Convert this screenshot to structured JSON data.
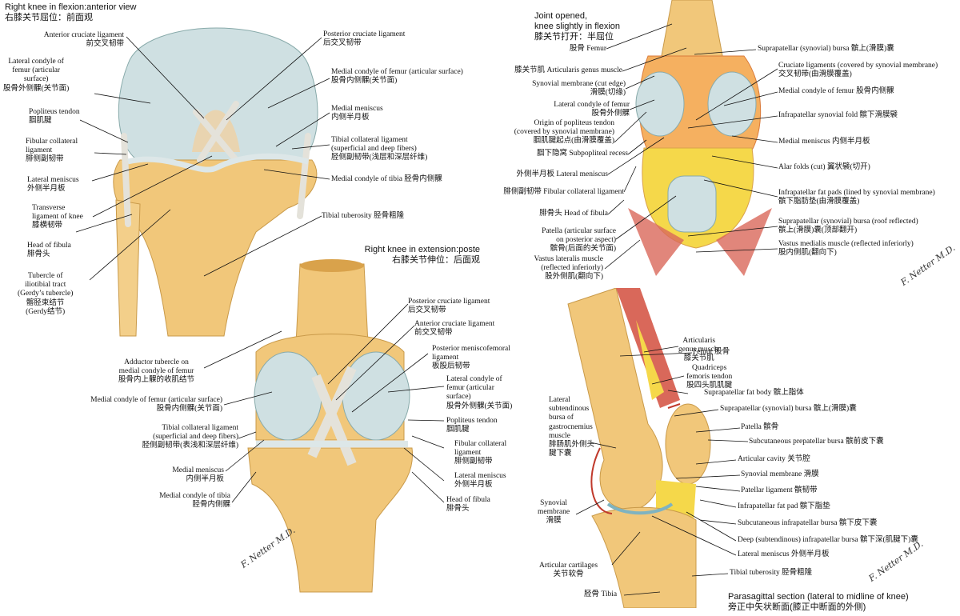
{
  "panels": {
    "anterior": {
      "title_en": "Right knee in flexion:anterior view",
      "title_zh": "右膝关节屈位：前面观",
      "labels": {
        "acl": [
          "Anterior cruciate ligament",
          "前交叉韧带"
        ],
        "lat_condyle": [
          "Lateral condyle of",
          "femur (articular",
          "surface)",
          "股骨外侧髁(关节面)"
        ],
        "popliteus": [
          "Popliteus tendon",
          "腘肌腱"
        ],
        "fcl": [
          "Fibular collateral",
          "ligament",
          "腓侧副韧带"
        ],
        "lat_meniscus": [
          "Lateral meniscus",
          "外侧半月板"
        ],
        "transverse": [
          "Transverse",
          "ligament of knee",
          "膝横韧带"
        ],
        "head_fibula": [
          "Head of fibula",
          "腓骨头"
        ],
        "gerdy": [
          "Tubercle of",
          "iliotibial tract",
          "(Gerdy’s tubercle)",
          "髂胫束结节",
          "(Gerdy结节)"
        ],
        "pcl": [
          "Posterior cruciate ligament",
          "后交叉韧带"
        ],
        "med_condyle": [
          "Medial condyle of femur (articular surface)",
          "股骨内侧髁(关节面)"
        ],
        "med_meniscus": [
          "Medial meniscus",
          "内侧半月板"
        ],
        "tcl": [
          "Tibial collateral ligament",
          "(superficial and deep fibers)",
          "胫侧副韧带(浅层和深层纤维)"
        ],
        "med_condyle_tibia": [
          "Medial condyle of tibia 胫骨内侧髁"
        ],
        "tibial_tuberosity": [
          "Tibial tuberosity 胫骨粗隆"
        ]
      }
    },
    "posterior": {
      "title_en": "Right knee in extension:poste",
      "title_zh": "右膝关节伸位：后面观",
      "labels": {
        "adductor": [
          "Adductor tubercle on",
          "medial condyle of femur",
          "股骨内上髁的收肌结节"
        ],
        "med_condyle": [
          "Medial condyle of femur (articular surface)",
          "股骨内侧髁(关节面)"
        ],
        "tcl": [
          "Tibial collateral ligament",
          "(superficial and deep fibers)",
          "胫侧副韧带(表浅和深层纤维)"
        ],
        "med_meniscus": [
          "Medial meniscus",
          "内侧半月板"
        ],
        "med_condyle_tibia": [
          "Medial condyle of tibia",
          "胫骨内侧髁"
        ],
        "pcl": [
          "Posterior cruciate ligament",
          "后交叉韧带"
        ],
        "acl": [
          "Anterior cruciate ligament",
          "前交叉韧带"
        ],
        "pmfl": [
          "Posterior meniscofemoral",
          "ligament",
          "板股后韧带"
        ],
        "lat_condyle": [
          "Lateral condyle of",
          "femur (articular",
          "surface)",
          "股骨外侧髁(关节面)"
        ],
        "popliteus": [
          "Popliteus tendon",
          "腘肌腱"
        ],
        "fcl": [
          "Fibular collateral",
          "ligament",
          "腓侧副韧带"
        ],
        "lat_meniscus": [
          "Lateral meniscus",
          "外侧半月板"
        ],
        "head_fibula": [
          "Head of fibula",
          "腓骨头"
        ]
      }
    },
    "opened": {
      "title_en_1": "Joint opened,",
      "title_en_2": "knee slightly in flexion",
      "title_zh": "膝关节打开：半屈位",
      "labels": {
        "femur": [
          "股骨 Femur"
        ],
        "articularis": [
          "膝关节肌 Articularis genus muscle"
        ],
        "synovial": [
          "Synovial membrane (cut edge)",
          "滑膜(切缘)"
        ],
        "lat_condyle": [
          "Lateral condyle of femur",
          "股骨外侧髁"
        ],
        "origin_popliteus": [
          "Origin of popliteus tendon",
          "(covered by synovial membrane)",
          "腘肌腱起点(由滑膜覆盖)"
        ],
        "subpopliteal": [
          "腘下隐窝 Subpopliteal recess"
        ],
        "lat_meniscus": [
          "外侧半月板 Lateral meniscus"
        ],
        "fcl": [
          "腓侧副韧带 Fibular collateral ligament"
        ],
        "head_fibula": [
          "腓骨头 Head of fibula"
        ],
        "patella": [
          "Patella (articular surface",
          "on posterior aspect)",
          "髌骨(后面的关节面)"
        ],
        "vastus_lat": [
          "Vastus lateralis muscle",
          "(reflected inferiorly)",
          "股外侧肌(翻向下)"
        ],
        "suprapatellar": [
          "Suprapatellar (synovial) bursa 髌上(滑膜)囊"
        ],
        "cruciate": [
          "Cruciate ligaments (covered by synovial membrane)",
          "交叉韧带(由滑膜覆盖)"
        ],
        "med_condyle": [
          "Medial condyle of femur 股骨内侧髁"
        ],
        "infrapatellar_fold": [
          "Infrapatellar synovial fold 髌下滑膜襞"
        ],
        "med_meniscus": [
          "Medial meniscus 内侧半月板"
        ],
        "alar": [
          "Alar folds (cut) 翼状襞(切开)"
        ],
        "fat_pads": [
          "Infrapatellar fat pads (lined by synovial membrane)",
          "髌下脂肪垫(由滑膜覆盖)"
        ],
        "supra_reflected": [
          "Suprapatellar (synovial) bursa (roof reflected)",
          "髌上(滑膜)囊(顶部翻开)"
        ],
        "vastus_med": [
          "Vastus medialis muscle (reflected inferiorly)",
          "股内侧肌(翻向下)"
        ]
      }
    },
    "section": {
      "title_en": "Parasagittal section (lateral to midline of knee)",
      "title_zh": "旁正中矢状断面(膝正中断面的外侧)",
      "labels": {
        "femur": [
          "Femur 股骨"
        ],
        "articularis": [
          "Articularis",
          "genus muscle",
          "膝关节肌"
        ],
        "quadriceps": [
          "Quadriceps",
          "femoris tendon",
          "股四头肌肌腱"
        ],
        "supra_fat": [
          "Suprapatellar fat body 髌上脂体"
        ],
        "supra_bursa": [
          "Suprapatellar (synovial) bursa 髌上(滑膜)囊"
        ],
        "patella": [
          "Patella 髌骨"
        ],
        "prepatellar": [
          "Subcutaneous prepatellar bursa 髌前皮下囊"
        ],
        "cavity": [
          "Articular cavity 关节腔"
        ],
        "synovial_r": [
          "Synovial membrane 滑膜"
        ],
        "patellar_lig": [
          "Patellar ligament 髌韧带"
        ],
        "infra_fat": [
          "Infrapatellar fat pad 髌下脂垫"
        ],
        "subcut_infra": [
          "Subcutaneous infrapatellar bursa 髌下皮下囊"
        ],
        "deep_infra": [
          "Deep (subtendinous) infrapatellar bursa 髌下深(肌腱下)囊"
        ],
        "lat_meniscus": [
          "Lateral meniscus 外侧半月板"
        ],
        "tibial_tuberosity": [
          "Tibial tuberosity 胫骨粗隆"
        ],
        "tibia": [
          "胫骨 Tibia"
        ],
        "lat_subtendinous": [
          "Lateral",
          "subtendinous",
          "bursa of",
          "gastrocnemius",
          "muscle",
          "腓肠肌外侧头",
          "腱下囊"
        ],
        "synovial_l": [
          "Synovial",
          "membrane",
          "滑膜"
        ],
        "cartilages": [
          "Articular cartilages",
          "关节软骨"
        ]
      }
    }
  },
  "signature": "F. Netter M.D.",
  "colors": {
    "bone": "#f1c77a",
    "bone_dark": "#d9a24b",
    "cartilage": "#c9dde0",
    "ligament": "#e8e6df",
    "muscle": "#d9685a",
    "synovial": "#f2a25b",
    "fat": "#f5d84a"
  }
}
